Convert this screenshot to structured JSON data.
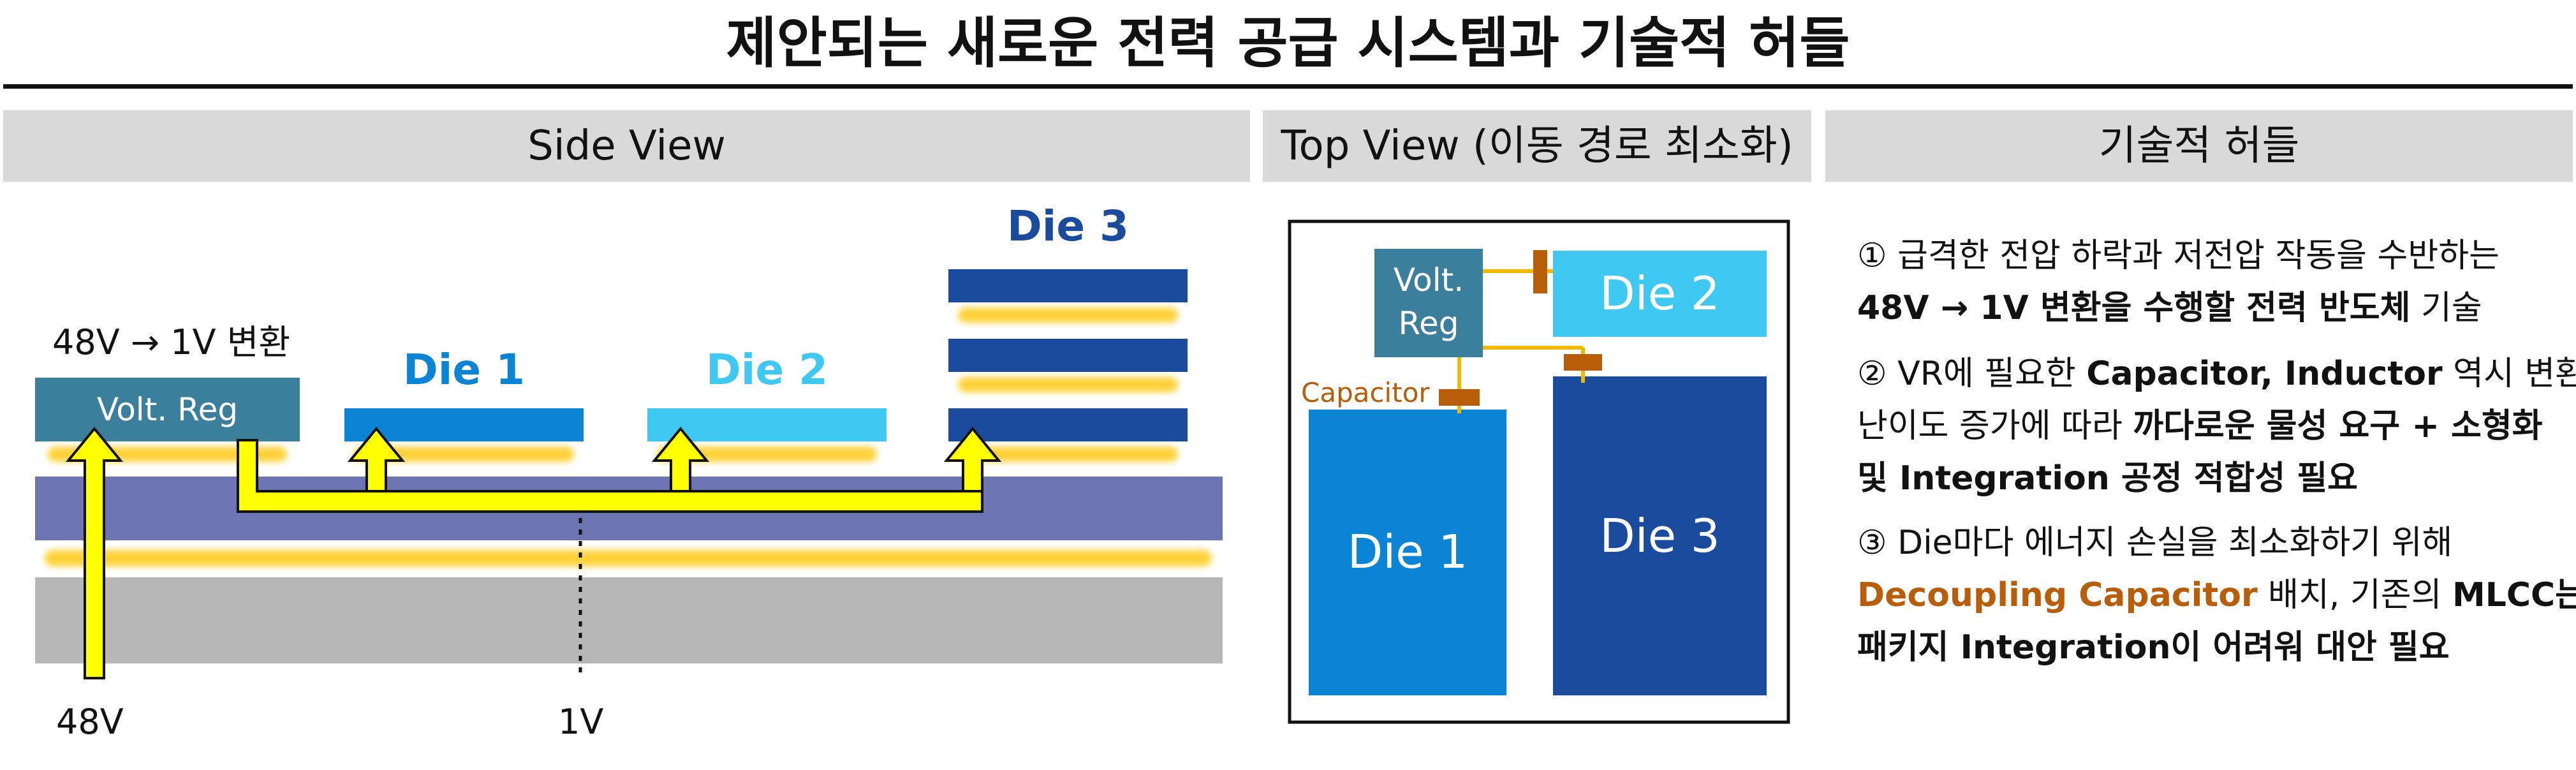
{
  "title": "제안되는 새로운 전력 공급 시스템과 기술적 허들",
  "headers": {
    "side": "Side View",
    "top": "Top View (이동 경로 최소화)",
    "hurdles": "기술적 허들"
  },
  "side_view": {
    "conversion_label": "48V → 1V 변환",
    "vr_label": "Volt. Reg",
    "die1": "Die 1",
    "die2": "Die 2",
    "die3": "Die 3",
    "input_voltage": "48V",
    "output_voltage": "1V"
  },
  "top_view": {
    "vr_line1": "Volt.",
    "vr_line2": "Reg",
    "capacitor": "Capacitor",
    "die1": "Die 1",
    "die2": "Die 2",
    "die3": "Die 3"
  },
  "hurdles": {
    "h1_line1": "① 급격한 전압 하락과 저전압 작동을 수반하는",
    "h1_line2_bold": "48V → 1V 변환을 수행할 전력 반도체",
    "h1_line2_tail": " 기술",
    "h2_line1_a": "② VR에 필요한 ",
    "h2_line1_bold": "Capacitor, Inductor",
    "h2_line1_b": " 역시 변환",
    "h2_line2_a": "난이도 증가에 따라 ",
    "h2_line2_bold": "까다로운 물성 요구 + 소형화",
    "h2_line3_bold": "및 Integration 공정 적합성 필요",
    "h3_line1": "③ Die마다 에너지 손실을 최소화하기 위해",
    "h3_line2_orange": "Decoupling Capacitor",
    "h3_line2_mid": " 배치, 기존의 ",
    "h3_line2_bold": "MLCC는",
    "h3_line3_bold": "패키지 Integration이 어려워 대안 필요"
  },
  "colors": {
    "vr_teal": "#3c7f9c",
    "die1_blue": "#0b84d6",
    "die2_cyan": "#3ec8f2",
    "die3_navy": "#1a4b9c",
    "substrate_purple": "#6c74b2",
    "board_gray": "#b7b7b7",
    "glow_yellow": "#ffd23a",
    "arrow_yellow": "#ffff00",
    "capacitor_brown": "#b85d0a"
  }
}
